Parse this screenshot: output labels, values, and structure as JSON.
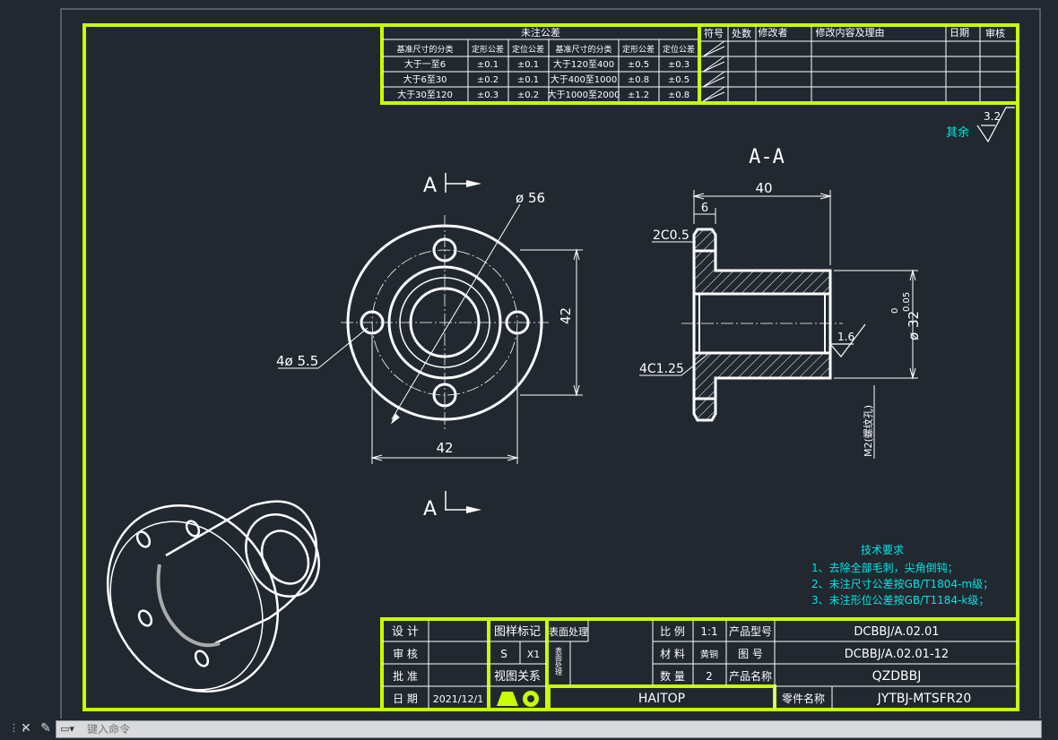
{
  "colors": {
    "background": "#212830",
    "frame": "#c8ff00",
    "line": "#ffffff",
    "note": "#00e5e5"
  },
  "tolerance_table": {
    "title": "未注公差",
    "headers": [
      "基准尺寸的分类",
      "定形公差",
      "定位公差",
      "基准尺寸的分类",
      "定形公差",
      "定位公差"
    ],
    "rows": [
      [
        "大于一至6",
        "±0.1",
        "±0.1",
        "大于120至400",
        "±0.5",
        "±0.3"
      ],
      [
        "大于6至30",
        "±0.2",
        "±0.1",
        "大于400至1000",
        "±0.8",
        "±0.5"
      ],
      [
        "大于30至120",
        "±0.3",
        "±0.2",
        "大于1000至2000",
        "±1.2",
        "±0.8"
      ]
    ]
  },
  "revision_table": {
    "headers": [
      "符号",
      "处数",
      "修改者",
      "修改内容及理由",
      "日期",
      "审核"
    ]
  },
  "surface_note": {
    "label": "其余",
    "value": "3.2"
  },
  "section_label": "A-A",
  "cut_label_top": "A",
  "cut_label_bottom": "A",
  "dims": {
    "dia56": "ø 56",
    "dim42_v": "42",
    "dim42_h": "42",
    "holes": "4ø 5.5",
    "len40": "40",
    "flange6": "6",
    "chamfer": "2C0.5",
    "chamfer2": "4C1.25",
    "rough": "1.6",
    "bore": "ø 32",
    "bore_tol_up": "0.05",
    "bore_tol_lo": "0",
    "thread": "M2(螺纹孔)"
  },
  "tech_notes": {
    "title": "技术要求",
    "lines": [
      "1、去除全部毛刺，尖角倒钝；",
      "2、未注尺寸公差按GB/T1804-m级；",
      "3、未注形位公差按GB/T1184-k级；"
    ]
  },
  "title_block": {
    "design": "设 计",
    "check": "审 核",
    "approve": "批 准",
    "date": "日 期",
    "date_value": "2021/12/1",
    "drawing_mark": "图样标记",
    "mark_s": "S",
    "mark_x": "X1",
    "view_rel": "视图关系",
    "surface": "表面处理",
    "surface_vert": "表面处理",
    "scale": "比 例",
    "scale_value": "1:1",
    "material": "材 料",
    "material_value": "黄铜",
    "quantity": "数 量",
    "quantity_value": "2",
    "product_model": "产品型号",
    "model_value": "DCBBJ/A.02.01",
    "drawing_no": "图 号",
    "drawing_no_value": "DCBBJ/A.02.01-12",
    "product_name": "产品名称",
    "product_name_value": "QZDBBJ",
    "part_name": "零件名称",
    "part_name_value": "JYTBJ-MTSFR20",
    "company": "HAITOP"
  },
  "command_line": {
    "placeholder": "键入命令"
  }
}
